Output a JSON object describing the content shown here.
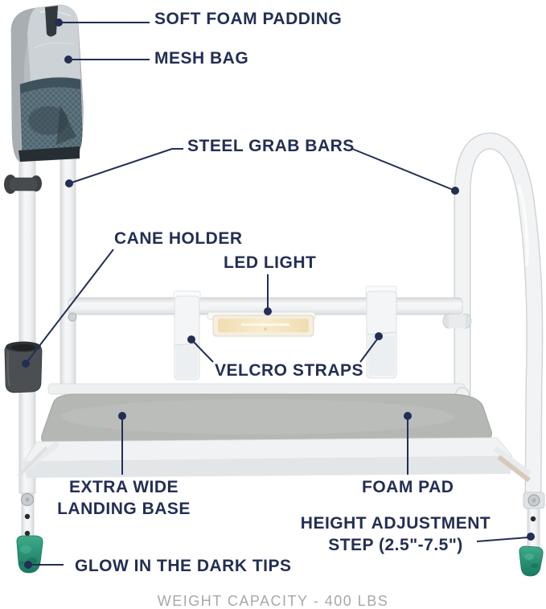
{
  "figure_title": "annotated bed step stool product diagram",
  "colors": {
    "background": "#ffffff",
    "label_navy": "#232e54",
    "callout_line_navy": "#232e54",
    "footer_gray": "#a8a8a8",
    "tube_white": "#f2f3f4",
    "foam_pad_gray": "#b4b7b4",
    "mesh_bag_teal": "#4e656f",
    "cane_holder_gray": "#4b4f52",
    "glow_tip_green": "#2b9376",
    "led_glow_amber": "#f6e6c4"
  },
  "labels": {
    "soft_foam_padding": "SOFT FOAM PADDING",
    "mesh_bag": "MESH BAG",
    "steel_grab_bars": "STEEL GRAB BARS",
    "cane_holder": "CANE HOLDER",
    "led_light": "LED LIGHT",
    "velcro_straps": "VELCRO STRAPS",
    "extra_wide_line1": "EXTRA WIDE",
    "extra_wide_line2": "LANDING BASE",
    "foam_pad": "FOAM PAD",
    "height_adjustment_line1": "HEIGHT ADJUSTMENT",
    "height_adjustment_line2": "STEP (2.5\"-7.5\")",
    "glow_tips": "GLOW IN THE DARK TIPS"
  },
  "footer": {
    "weight_capacity": "WEIGHT CAPACITY - 400 LBS"
  }
}
